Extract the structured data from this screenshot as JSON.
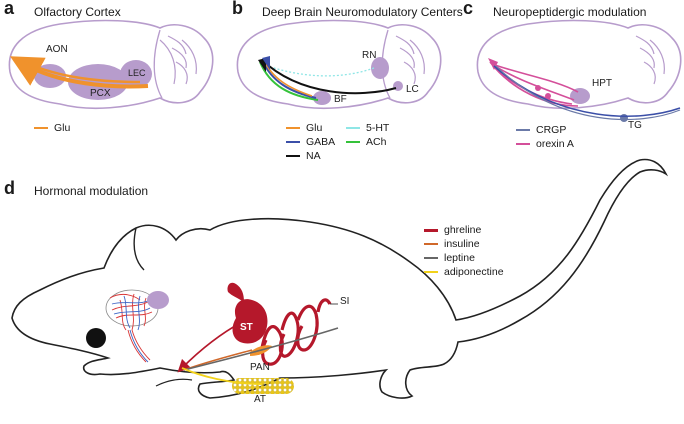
{
  "panels": {
    "a": {
      "letter": "a",
      "title": "Olfactory Cortex",
      "labels": {
        "aon": "AON",
        "pcx": "PCX",
        "lec": "LEC"
      },
      "legend": [
        {
          "label": "Glu",
          "color": "#f0922c"
        }
      ]
    },
    "b": {
      "letter": "b",
      "title": "Deep Brain Neuromodulatory Centers",
      "labels": {
        "rn": "RN",
        "bf": "BF",
        "lc": "LC"
      },
      "legend": [
        {
          "label": "Glu",
          "color": "#f0922c"
        },
        {
          "label": "GABA",
          "color": "#3b4fa8"
        },
        {
          "label": "NA",
          "color": "#111111"
        },
        {
          "label": "5-HT",
          "color": "#8fe6e6"
        },
        {
          "label": "ACh",
          "color": "#35c23a"
        }
      ]
    },
    "c": {
      "letter": "c",
      "title": "Neuropeptidergic modulation",
      "labels": {
        "hpt": "HPT",
        "tg": "TG"
      },
      "legend": [
        {
          "label": "CRGP",
          "color": "#6b7aa8"
        },
        {
          "label": "orexin A",
          "color": "#d44f9a"
        }
      ]
    },
    "d": {
      "letter": "d",
      "title": "Hormonal modulation",
      "labels": {
        "st": "ST",
        "si": "SI",
        "pan": "PAN",
        "at": "AT"
      },
      "legend": [
        {
          "label": "ghreline",
          "color": "#b5182b"
        },
        {
          "label": "insuline",
          "color": "#d0682a"
        },
        {
          "label": "leptine",
          "color": "#666666"
        },
        {
          "label": "adiponectine",
          "color": "#f2d21b"
        }
      ]
    }
  },
  "colors": {
    "brain_outline": "#b79ccc",
    "brain_fill": "#b79ccc",
    "outline": "#222222"
  }
}
